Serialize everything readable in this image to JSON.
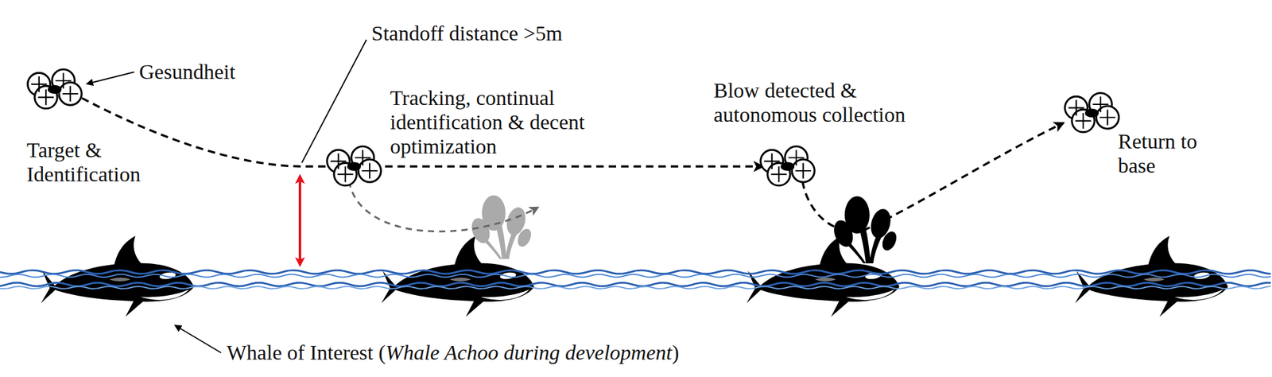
{
  "diagram": {
    "labels": [
      "Gesundheit",
      "Target & Identification",
      "Standoff distance >5m",
      "Tracking, continual identification & decent optimization",
      "Blow detected & autonomous collection",
      "Return to base",
      "Whale of Interest (Whale Achoo during development)"
    ]
  }
}
